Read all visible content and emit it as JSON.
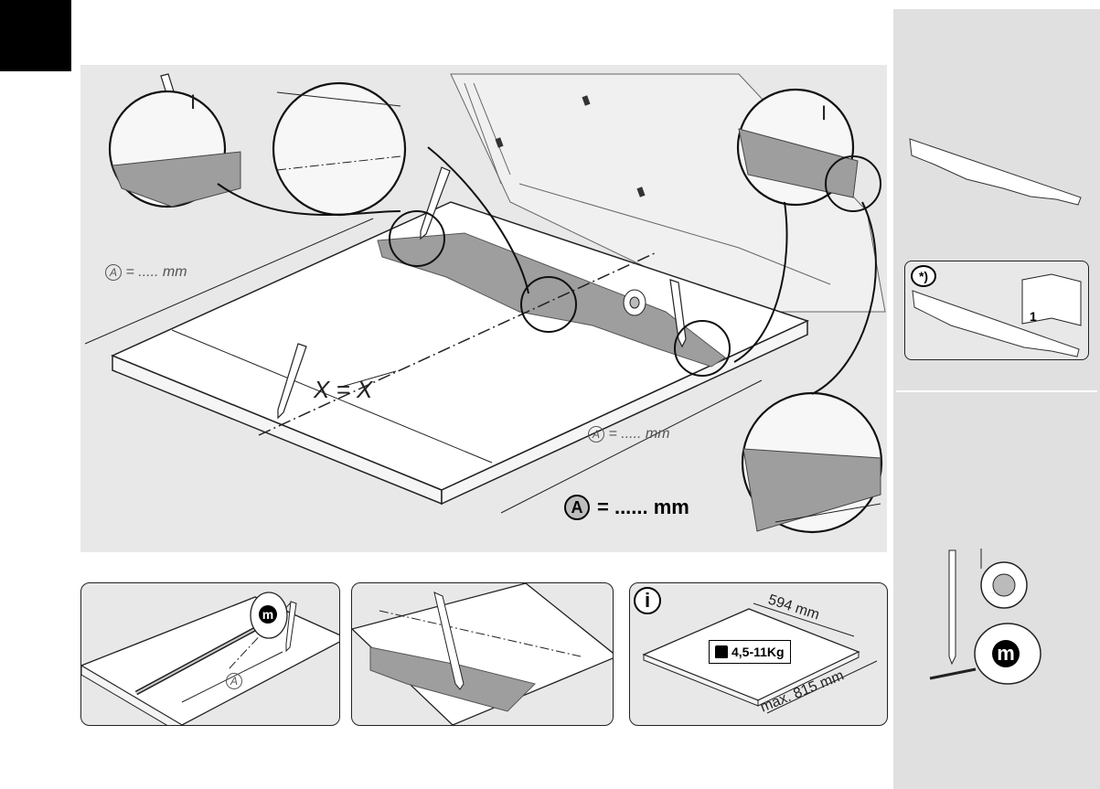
{
  "main": {
    "roman_mark": "I",
    "eq_label": "X = X",
    "dim_a_label": "A",
    "dim_top_text": "= ..... mm",
    "dim_right_text": "= ..... mm",
    "dim_big_text": "= ...... mm"
  },
  "steps": {
    "measure_label": "A",
    "meter_symbol": "m",
    "info_symbol": "i",
    "width_label": "594 mm",
    "depth_label": "max. 815 mm",
    "weight_label": "4,5-11Kg"
  },
  "sidebar": {
    "note_mark": "*)",
    "note_page": "1",
    "meter_symbol": "m"
  },
  "colors": {
    "panel_bg": "#e8e8e8",
    "sidebar_bg": "#e0e0e0",
    "template_gray": "#9e9e9e",
    "line_dark": "#222222"
  }
}
